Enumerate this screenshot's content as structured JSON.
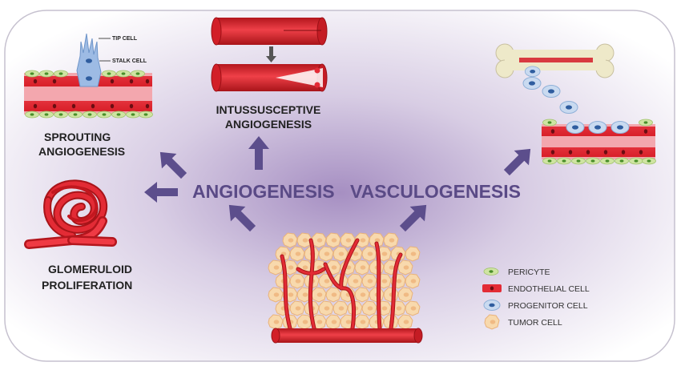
{
  "colors": {
    "center_glow": "#a68fc2",
    "edge": "#ffffff",
    "arrow": "#5c4e8c",
    "heading": "#5a4a86",
    "vessel_red": "#e32b35",
    "vessel_dark": "#a81419",
    "vessel_pink": "#f3a7ae",
    "pericyte_green": "#cfe4a2",
    "pericyte_nucleus": "#4a8f2a",
    "progenitor_blue": "#c9daf0",
    "progenitor_nucleus": "#2f5d9f",
    "tumor_cell": "#f8d9ad",
    "bone": "#eee9c9"
  },
  "labels": {
    "angiogenesis": "ANGIOGENESIS",
    "vasculogenesis": "VASCULOGENESIS",
    "sprouting_1": "SPROUTING",
    "sprouting_2": "ANGIOGENESIS",
    "intussusceptive_1": "INTUSSUSCEPTIVE",
    "intussusceptive_2": "ANGIOGENESIS",
    "glomeruloid_1": "GLOMERULOID",
    "glomeruloid_2": "PROLIFERATION",
    "tip_cell": "TIP CELL",
    "stalk_cell": "STALK CELL"
  },
  "legend": {
    "items": [
      {
        "label": "PERICYTE",
        "icon": "pericyte-icon"
      },
      {
        "label": "ENDOTHELIAL CELL",
        "icon": "endothelial-cell-icon"
      },
      {
        "label": "PROGENITOR CELL",
        "icon": "progenitor-cell-icon"
      },
      {
        "label": "TUMOR CELL",
        "icon": "tumor-cell-icon"
      }
    ]
  }
}
